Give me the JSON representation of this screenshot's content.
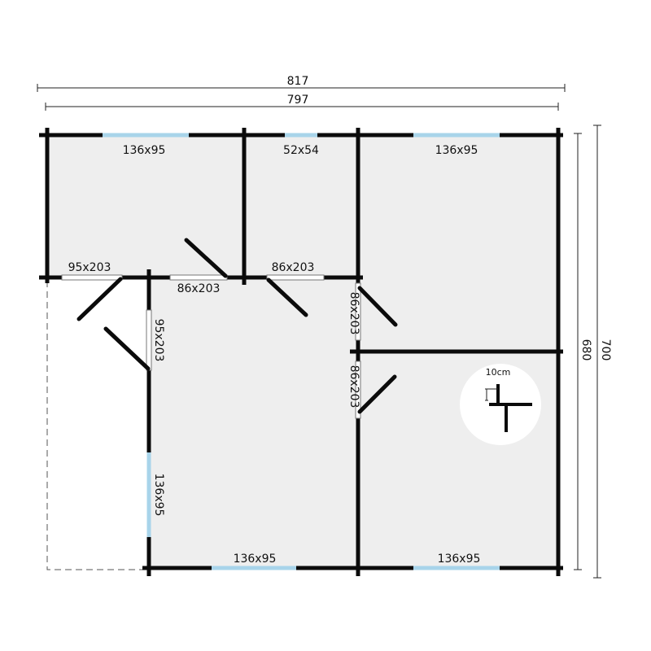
{
  "colors": {
    "wall": "#0b0b0b",
    "floor": "#eeeeee",
    "window": "#a8d4ea",
    "dimension": "#222222"
  },
  "dimensions": {
    "overall_width_outer": "817",
    "overall_width_inner": "797",
    "overall_depth_outer": "700",
    "overall_depth_inner": "680"
  },
  "windows": {
    "top_left": "136x95",
    "top_middle": "52x54",
    "top_right": "136x95",
    "side_left": "136x95",
    "bottom_middle": "136x95",
    "bottom_right": "136x95"
  },
  "doors": {
    "terrace_entry": "95x203",
    "top_left_room": "86x203",
    "top_middle_room": "86x203",
    "hall_left": "95x203",
    "right_upper": "86x203",
    "right_lower": "86x203"
  },
  "legend": {
    "wall_thickness": "10cm"
  }
}
